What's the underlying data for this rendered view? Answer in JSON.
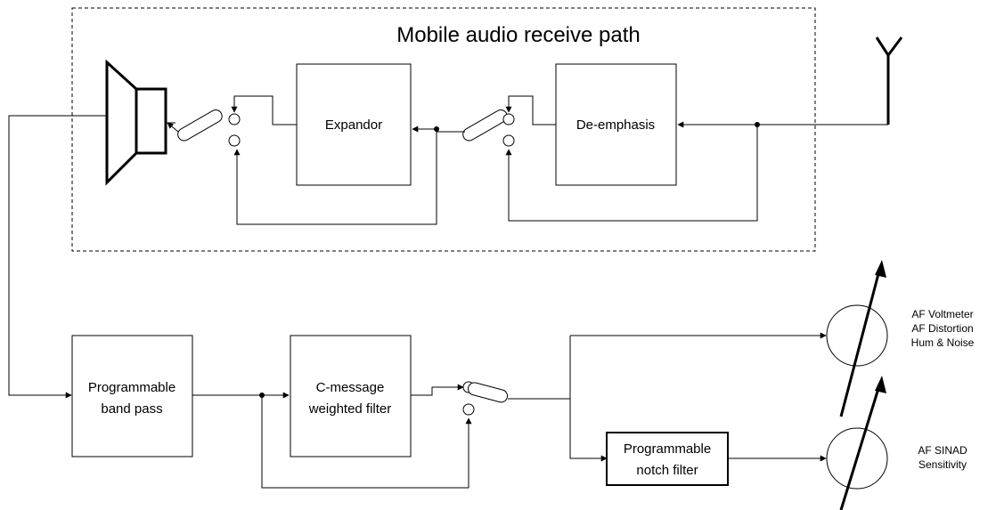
{
  "diagram": {
    "title": "Mobile audio receive path",
    "blocks": {
      "expandor": "Expandor",
      "deemphasis": "De-emphasis",
      "bandpass": [
        "Programmable",
        "band pass"
      ],
      "cmessage": [
        "C-message",
        "weighted filter"
      ],
      "notch": [
        "Programmable",
        "notch filter"
      ]
    },
    "meters": {
      "meter1": [
        "AF Voltmeter",
        "AF Distortion",
        "Hum & Noise"
      ],
      "meter2": [
        "AF SINAD",
        "Sensitivity"
      ]
    }
  }
}
